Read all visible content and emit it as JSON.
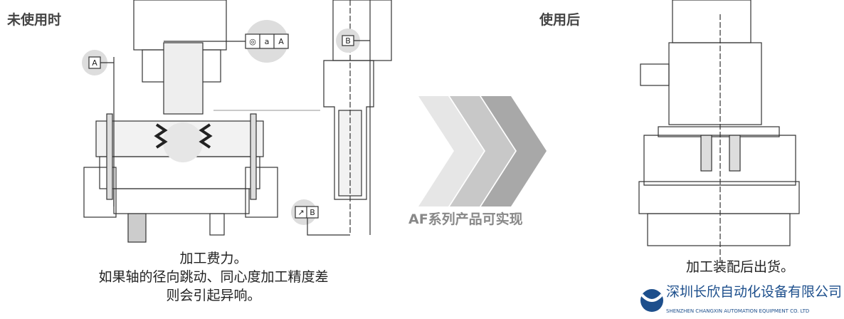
{
  "before_label": "未使用时",
  "after_label": "使用后",
  "arrow_text": "AF系列产品可实现",
  "datum_a": "A",
  "datum_b": "B",
  "tolerance_concentricity": [
    "◎",
    "a",
    "A"
  ],
  "tolerance_runout": [
    "↗",
    "B"
  ],
  "caption_before": [
    "加工费力。",
    "如果轴的径向跳动、同心度加工精度差",
    "则会引起异响。"
  ],
  "caption_after": "加工装配后出货。",
  "logo": {
    "name_cn": "深圳长欣自动化设备有限公司",
    "name_en": "SHENZHEN CHANGXIN AUTOMATION EQUIPMENT CO. LTD"
  }
}
